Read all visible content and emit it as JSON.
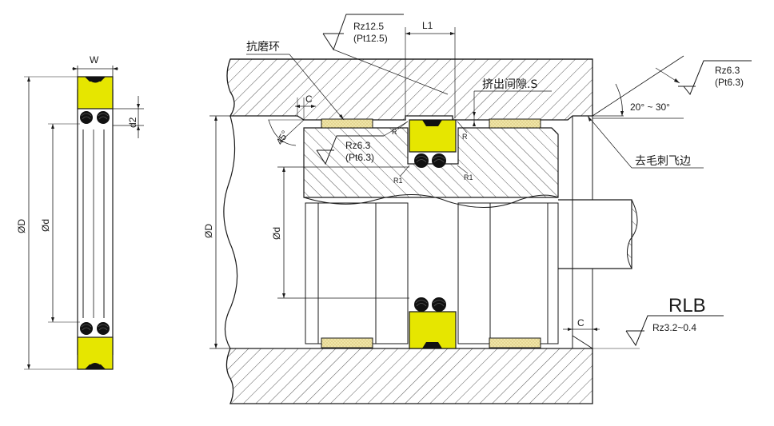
{
  "series_name": "RLB",
  "left_view": {
    "width_label": "W",
    "d2_label": "d2",
    "outer_dia_label": "ØD",
    "inner_dia_label": "Ød"
  },
  "main_view": {
    "outer_dia_label": "ØD",
    "inner_dia_label": "Ød",
    "groove_length_label": "L1",
    "chamfer_label_top": "C",
    "chamfer_label_bottom": "C",
    "chamfer_angle": "45°",
    "radius_label": "R",
    "fillet_label": "R1",
    "antiwear_ring_label": "抗磨环",
    "extrusion_gap_label": "挤出间隙.S",
    "deburr_label": "去毛刺飞边",
    "angle_range_label": "20° ~ 30°",
    "roughness_groove": "Rz12.5",
    "roughness_groove_pt": "(Pt12.5)",
    "roughness_bore": "Rz6.3",
    "roughness_bore_pt": "(Pt6.3)",
    "roughness_chamfer": "Rz6.3",
    "roughness_chamfer_pt": "(Pt6.3)",
    "roughness_surface": "Rz3.2~0.4"
  },
  "colors": {
    "seal": "#e6e600",
    "wear_ring": "#f0e5a8",
    "line": "#1a1a1a",
    "oring": "#111111"
  }
}
